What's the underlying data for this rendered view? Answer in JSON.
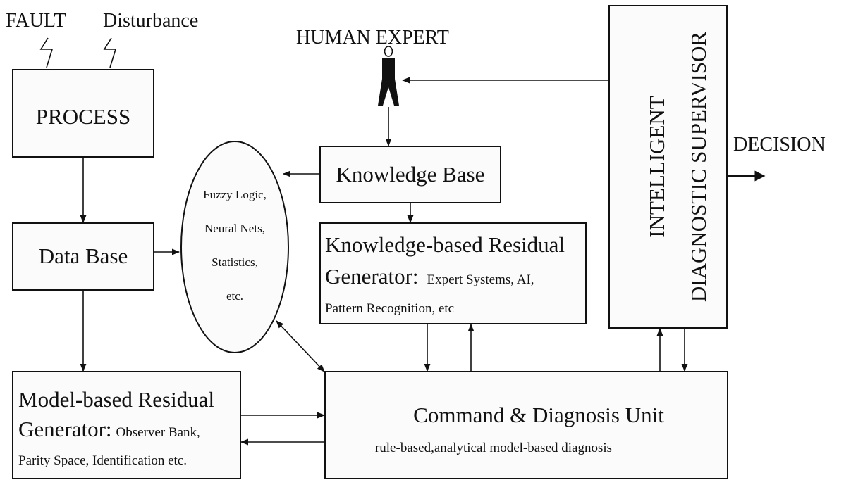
{
  "inputs": {
    "fault": "FAULT",
    "disturbance": "Disturbance"
  },
  "human_expert": {
    "label": "HUMAN EXPERT"
  },
  "process": {
    "label": "PROCESS"
  },
  "data_base": {
    "label": "Data Base"
  },
  "knowledge_base": {
    "label": "Knowledge Base"
  },
  "methods": {
    "lines": [
      "Fuzzy Logic,",
      "Neural Nets,",
      "Statistics,",
      "etc."
    ]
  },
  "knowledge_residual": {
    "title": "Knowledge-based Residual",
    "line2_main": "Generator:",
    "line2_detail": "Expert Systems, AI,",
    "line3": "Pattern Recognition, etc"
  },
  "model_residual": {
    "title": "Model-based Residual",
    "line2_main": "Generator:",
    "line2_detail": "Observer Bank,",
    "line3": "Parity Space, Identification etc."
  },
  "command_unit": {
    "title": "Command & Diagnosis Unit",
    "subtitle": "rule-based,analytical model-based diagnosis"
  },
  "supervisor": {
    "line1": "INTELLIGENT",
    "line2": "DIAGNOSTIC SUPERVISOR"
  },
  "output": {
    "label": "DECISION"
  }
}
